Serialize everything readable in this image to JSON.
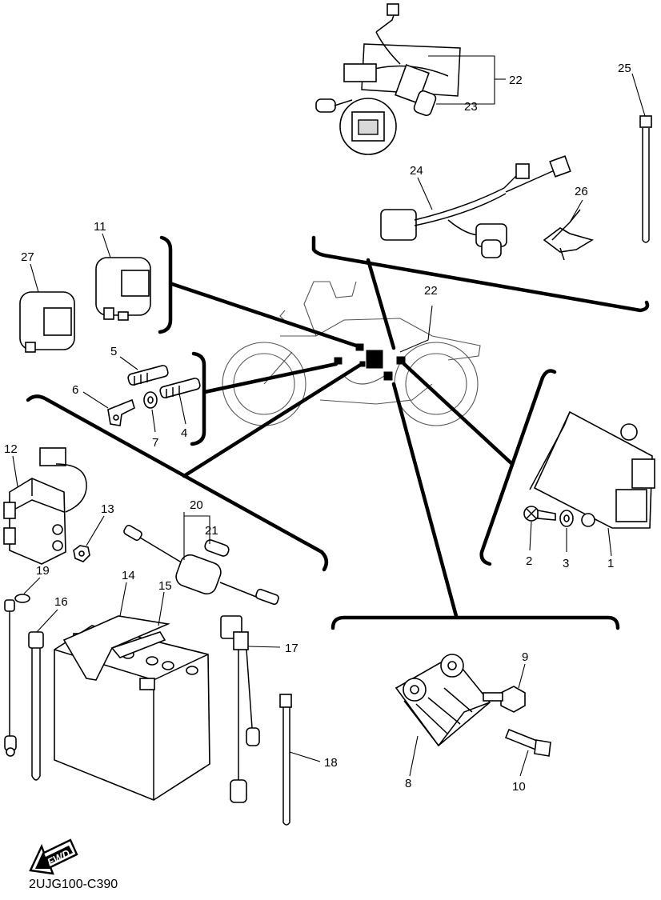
{
  "diagram_code": "2UJG100-C390",
  "fwd_label": "FWD",
  "callouts": {
    "p1": "1",
    "p2": "2",
    "p3": "3",
    "p4": "4",
    "p5": "5",
    "p6": "6",
    "p7": "7",
    "p8": "8",
    "p9": "9",
    "p10": "10",
    "p11": "11",
    "p12": "12",
    "p13": "13",
    "p14": "14",
    "p15": "15",
    "p16": "16",
    "p17": "17",
    "p18": "18",
    "p19": "19",
    "p20": "20",
    "p21": "21",
    "p22": "22",
    "p22b": "22",
    "p23": "23",
    "p24": "24",
    "p25": "25",
    "p26": "26",
    "p27": "27"
  }
}
